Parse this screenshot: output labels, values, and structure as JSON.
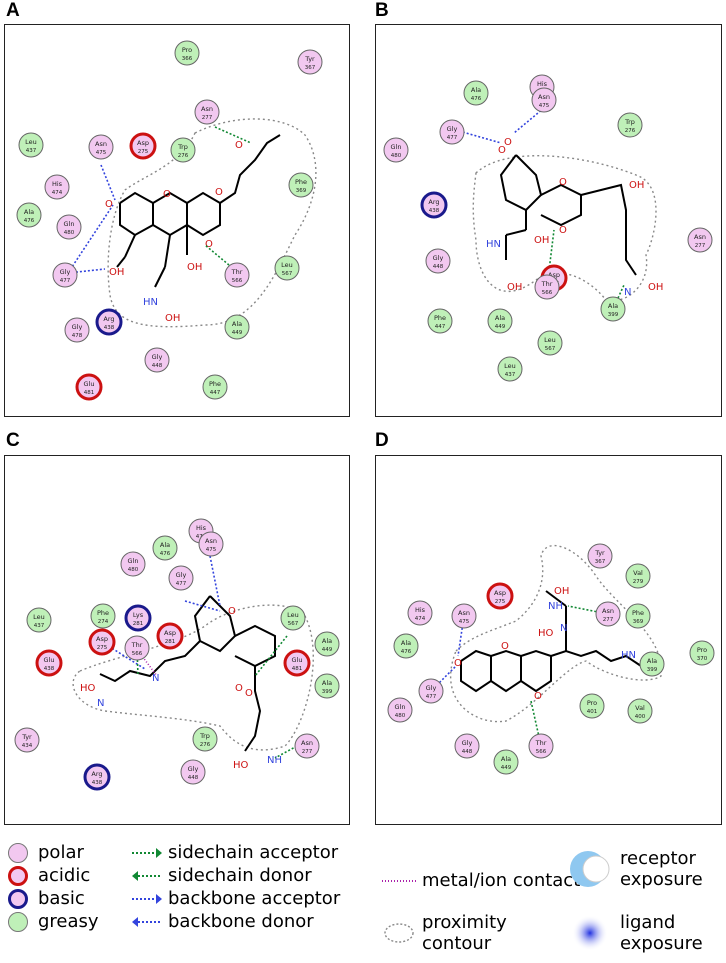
{
  "panels": [
    {
      "letter": "A",
      "residues": [
        {
          "name": "Pro",
          "num": "366",
          "type": "greasy"
        },
        {
          "name": "Tyr",
          "num": "367",
          "type": "polar"
        },
        {
          "name": "Asn",
          "num": "277",
          "type": "polar"
        },
        {
          "name": "Asn",
          "num": "475",
          "type": "polar"
        },
        {
          "name": "Asp",
          "num": "275",
          "type": "acidic"
        },
        {
          "name": "Trp",
          "num": "276",
          "type": "greasy"
        },
        {
          "name": "Leu",
          "num": "437",
          "type": "greasy"
        },
        {
          "name": "His",
          "num": "474",
          "type": "polar"
        },
        {
          "name": "Phe",
          "num": "369",
          "type": "greasy"
        },
        {
          "name": "Ala",
          "num": "476",
          "type": "greasy"
        },
        {
          "name": "Gln",
          "num": "480",
          "type": "polar"
        },
        {
          "name": "Gly",
          "num": "477",
          "type": "polar"
        },
        {
          "name": "Thr",
          "num": "566",
          "type": "polar"
        },
        {
          "name": "Leu",
          "num": "567",
          "type": "greasy"
        },
        {
          "name": "Arg",
          "num": "438",
          "type": "basic"
        },
        {
          "name": "Gly",
          "num": "478",
          "type": "polar"
        },
        {
          "name": "Ala",
          "num": "449",
          "type": "greasy"
        },
        {
          "name": "Gly",
          "num": "448",
          "type": "polar"
        },
        {
          "name": "Glu",
          "num": "481",
          "type": "acidic"
        },
        {
          "name": "Phe",
          "num": "447",
          "type": "greasy"
        }
      ]
    },
    {
      "letter": "B",
      "residues": [
        {
          "name": "His",
          "num": "474",
          "type": "polar"
        },
        {
          "name": "Ala",
          "num": "476",
          "type": "greasy"
        },
        {
          "name": "Asn",
          "num": "475",
          "type": "polar"
        },
        {
          "name": "Gly",
          "num": "477",
          "type": "polar"
        },
        {
          "name": "Trp",
          "num": "276",
          "type": "greasy"
        },
        {
          "name": "Gln",
          "num": "480",
          "type": "polar"
        },
        {
          "name": "Arg",
          "num": "438",
          "type": "basic"
        },
        {
          "name": "Asn",
          "num": "277",
          "type": "polar"
        },
        {
          "name": "Gly",
          "num": "448",
          "type": "polar"
        },
        {
          "name": "Asp",
          "num": "275",
          "type": "acidic"
        },
        {
          "name": "Thr",
          "num": "566",
          "type": "polar"
        },
        {
          "name": "Phe",
          "num": "447",
          "type": "greasy"
        },
        {
          "name": "Ala",
          "num": "449",
          "type": "greasy"
        },
        {
          "name": "Leu",
          "num": "567",
          "type": "greasy"
        },
        {
          "name": "Ala",
          "num": "399",
          "type": "greasy"
        },
        {
          "name": "Leu",
          "num": "437",
          "type": "greasy"
        }
      ]
    },
    {
      "letter": "C",
      "residues": [
        {
          "name": "His",
          "num": "474",
          "type": "polar"
        },
        {
          "name": "Ala",
          "num": "476",
          "type": "greasy"
        },
        {
          "name": "Asn",
          "num": "475",
          "type": "polar"
        },
        {
          "name": "Gln",
          "num": "480",
          "type": "polar"
        },
        {
          "name": "Gly",
          "num": "477",
          "type": "polar"
        },
        {
          "name": "Leu",
          "num": "437",
          "type": "greasy"
        },
        {
          "name": "Phe",
          "num": "274",
          "type": "greasy"
        },
        {
          "name": "Lys",
          "num": "281",
          "type": "basic"
        },
        {
          "name": "Asp",
          "num": "281",
          "type": "acidic"
        },
        {
          "name": "Leu",
          "num": "567",
          "type": "greasy"
        },
        {
          "name": "Glu",
          "num": "438",
          "type": "acidic"
        },
        {
          "name": "Asp",
          "num": "275",
          "type": "acidic"
        },
        {
          "name": "Ala",
          "num": "449",
          "type": "greasy"
        },
        {
          "name": "Thr",
          "num": "566",
          "type": "polar"
        },
        {
          "name": "Glu",
          "num": "481",
          "type": "acidic"
        },
        {
          "name": "Ala",
          "num": "399",
          "type": "greasy"
        },
        {
          "name": "Tyr",
          "num": "434",
          "type": "polar"
        },
        {
          "name": "Trp",
          "num": "276",
          "type": "greasy"
        },
        {
          "name": "Gly",
          "num": "448",
          "type": "polar"
        },
        {
          "name": "Asn",
          "num": "277",
          "type": "polar"
        },
        {
          "name": "Arg",
          "num": "438",
          "type": "basic"
        }
      ]
    },
    {
      "letter": "D",
      "residues": [
        {
          "name": "Tyr",
          "num": "367",
          "type": "polar"
        },
        {
          "name": "Asp",
          "num": "275",
          "type": "acidic"
        },
        {
          "name": "Val",
          "num": "279",
          "type": "greasy"
        },
        {
          "name": "His",
          "num": "474",
          "type": "polar"
        },
        {
          "name": "Asn",
          "num": "475",
          "type": "polar"
        },
        {
          "name": "Asn",
          "num": "277",
          "type": "polar"
        },
        {
          "name": "Phe",
          "num": "369",
          "type": "greasy"
        },
        {
          "name": "Ala",
          "num": "476",
          "type": "greasy"
        },
        {
          "name": "Gly",
          "num": "477",
          "type": "polar"
        },
        {
          "name": "Pro",
          "num": "370",
          "type": "greasy"
        },
        {
          "name": "Ala",
          "num": "399",
          "type": "greasy"
        },
        {
          "name": "Gln",
          "num": "480",
          "type": "polar"
        },
        {
          "name": "Pro",
          "num": "401",
          "type": "greasy"
        },
        {
          "name": "Val",
          "num": "400",
          "type": "greasy"
        },
        {
          "name": "Thr",
          "num": "566",
          "type": "polar"
        },
        {
          "name": "Gly",
          "num": "448",
          "type": "polar"
        },
        {
          "name": "Ala",
          "num": "449",
          "type": "greasy"
        }
      ]
    }
  ],
  "colors": {
    "polar_fill": "#f2c8f0",
    "acidic_ring": "#cc1111",
    "basic_ring": "#1a1a8c",
    "greasy_fill": "#bff0b8",
    "sidechain_arrow": "#118833",
    "backbone_arrow": "#3344dd",
    "metal_contact": "#aa22aa",
    "receptor_exposure": "#8fc8f0",
    "ligand_exposure": "#5060e8"
  },
  "legend": {
    "polar": "polar",
    "acidic": "acidic",
    "basic": "basic",
    "greasy": "greasy",
    "sidechain_acceptor": "sidechain acceptor",
    "sidechain_donor": "sidechain donor",
    "backbone_acceptor": "backbone acceptor",
    "backbone_donor": "backbone donor",
    "metal_ion_contact": "metal/ion contact",
    "proximity_contour_1": "proximity",
    "proximity_contour_2": "contour",
    "receptor_exposure_1": "receptor",
    "receptor_exposure_2": "exposure",
    "ligand_exposure_1": "ligand",
    "ligand_exposure_2": "exposure"
  }
}
